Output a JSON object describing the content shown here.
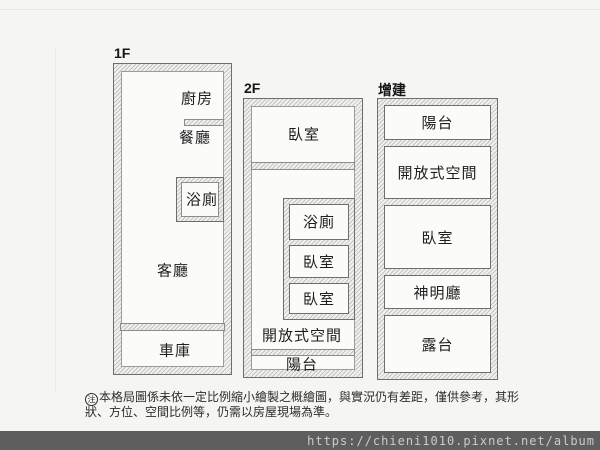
{
  "page": {
    "background_color": "#f5f5f3",
    "footer_bar_color": "#5e5e5e",
    "watermark_url": "https://chieni1010.pixnet.net/album"
  },
  "plans": [
    {
      "title": "1F",
      "rooms": {
        "kitchen": "廚房",
        "dining": "餐廳",
        "bath": "浴廁",
        "living": "客廳",
        "garage": "車庫"
      }
    },
    {
      "title": "2F",
      "rooms": {
        "bedroom_top": "臥室",
        "bath": "浴廁",
        "bedroom_mid": "臥室",
        "bedroom_low": "臥室",
        "open_space": "開放式空間",
        "balcony": "陽台"
      }
    },
    {
      "title": "增建",
      "rooms": {
        "balcony": "陽台",
        "open_space": "開放式空間",
        "bedroom": "臥室",
        "shrine": "神明廳",
        "terrace": "露台"
      }
    }
  ],
  "note": {
    "symbol": "注",
    "line1": "本格局圖係未依一定比例縮小繪製之概繪圖，與實況仍有差距，僅供參考，其形",
    "line2": "狀、方位、空間比例等，仍需以房屋現場為準。"
  }
}
